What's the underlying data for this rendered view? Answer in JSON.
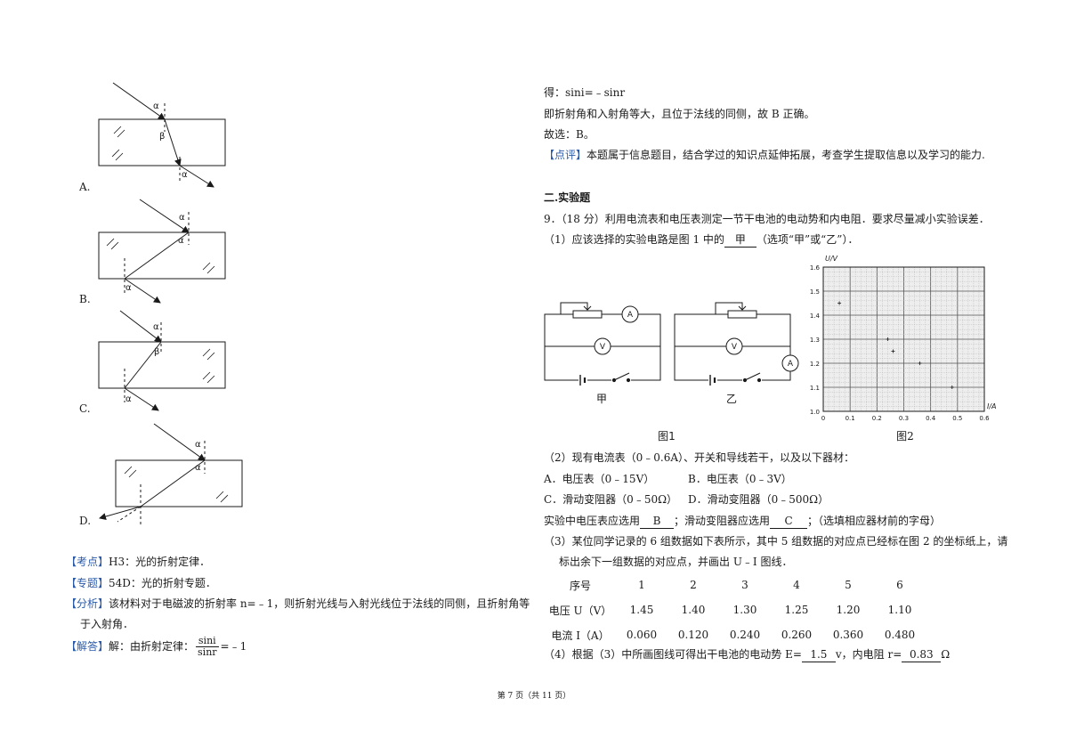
{
  "left": {
    "options": [
      {
        "letter": "A.",
        "angles": [
          "α",
          "β",
          "α"
        ]
      },
      {
        "letter": "B.",
        "angles": [
          "α",
          "α",
          "α"
        ]
      },
      {
        "letter": "C.",
        "angles": [
          "α",
          "β",
          "α"
        ]
      },
      {
        "letter": "D.",
        "angles": [
          "α",
          "α"
        ]
      }
    ],
    "kaodian": {
      "tag": "【考点】",
      "text": "H3：光的折射定律．"
    },
    "zhuanti": {
      "tag": "【专题】",
      "text": "54D：光的折射专题．"
    },
    "fenxi": {
      "tag": "【分析】",
      "line1": "该材料对于电磁波的折射率 n=﹣1，则折射光线与入射光线位于法线的同侧，且折射角等",
      "line2": "于入射角．"
    },
    "jieda": {
      "tag": "【解答】",
      "pre": "解：由折射定律：",
      "num": "sini",
      "den": "sinr",
      "post": "=﹣1"
    }
  },
  "right": {
    "de": "得：sini=﹣sinr",
    "jizhe": "即折射角和入射角等大，且位于法线的同侧，故 B 正确。",
    "guxuan": "故选：B。",
    "dianping": {
      "tag": "【点评】",
      "text": "本题属于信息题目，结合学过的知识点延伸拓展，考查学生提取信息以及学习的能力."
    },
    "section": "二.实验题",
    "q9": "9．（18 分）利用电流表和电压表测定一节干电池的电动势和内电阻．要求尽量减小实验误差．",
    "q1_pre": "（1）应该选择的实验电路是图 1 中的",
    "q1_ans": "甲",
    "q1_post": "（选项“甲”或“乙”）．",
    "circuit": {
      "meter_a": "A",
      "meter_v": "V",
      "label_jia": "甲",
      "label_yi": "乙",
      "caption": "图1"
    },
    "q2": "（2）现有电流表（0﹣0.6A）、开关和导线若干，以及以下器材：",
    "optA": "A．电压表（0﹣15V）",
    "optB": "B．电压表（0﹣3V）",
    "optC": "C．滑动变阻器（0﹣50Ω）",
    "optD": "D．滑动变阻器（0﹣500Ω）",
    "q2_a": "实验中电压表应选用",
    "q2_ans1": "B",
    "q2_b": "；滑动变阻器应选用",
    "q2_ans2": "C",
    "q2_c": "；（选填相应器材前的字母）",
    "q3_line1": "（3）某位同学记录的 6 组数据如下表所示，其中 5 组数据的对应点已经标在图 2 的坐标纸上，请",
    "q3_line2": "标出余下一组数据的对应点，并画出 U﹣I 图线．",
    "table": {
      "header": [
        "序号",
        "1",
        "2",
        "3",
        "4",
        "5",
        "6"
      ],
      "rows": [
        [
          "电压 U（V）",
          "1.45",
          "1.40",
          "1.30",
          "1.25",
          "1.20",
          "1.10"
        ],
        [
          "电流 I（A）",
          "0.060",
          "0.120",
          "0.240",
          "0.260",
          "0.360",
          "0.480"
        ]
      ]
    },
    "q4_a": "（4）根据（3）中所画图线可得出干电池的电动势 E=",
    "q4_e": "1.5",
    "q4_b": "v，内电阻 r=",
    "q4_r": "0.83",
    "q4_c": "Ω"
  },
  "chart_data": {
    "type": "scatter",
    "title": "图2",
    "xlabel": "I/A",
    "ylabel": "U/V",
    "xlim": [
      0,
      0.6
    ],
    "ylim": [
      1.0,
      1.6
    ],
    "xticks": [
      "0",
      "0.1",
      "0.2",
      "0.3",
      "0.4",
      "0.5",
      "0.6"
    ],
    "yticks": [
      "1.0",
      "1.1",
      "1.2",
      "1.3",
      "1.4",
      "1.5",
      "1.6"
    ],
    "grid": true,
    "series": [
      {
        "x": [
          0.06,
          0.24,
          0.26,
          0.36,
          0.48
        ],
        "y": [
          1.45,
          1.3,
          1.25,
          1.2,
          1.1
        ]
      }
    ]
  },
  "footer": "第 7 页（共 11 页）"
}
